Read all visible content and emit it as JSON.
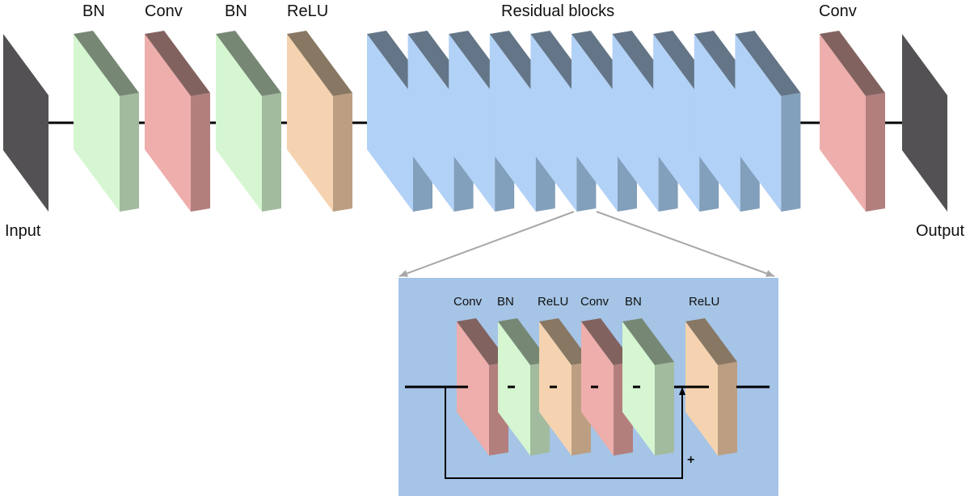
{
  "main_pipeline": {
    "input_label": "Input",
    "output_label": "Output",
    "layers": [
      {
        "label": "BN",
        "type": "bn"
      },
      {
        "label": "Conv",
        "type": "conv"
      },
      {
        "label": "BN",
        "type": "bn"
      },
      {
        "label": "ReLU",
        "type": "relu"
      }
    ],
    "residual_group_label": "Residual blocks",
    "residual_block_count": 10,
    "final_layer": {
      "label": "Conv",
      "type": "conv"
    }
  },
  "residual_block_detail": {
    "layers": [
      {
        "label": "Conv",
        "type": "conv"
      },
      {
        "label": "BN",
        "type": "bn"
      },
      {
        "label": "ReLU",
        "type": "relu"
      },
      {
        "label": "Conv",
        "type": "conv"
      },
      {
        "label": "BN",
        "type": "bn"
      },
      {
        "label": "ReLU",
        "type": "relu"
      }
    ],
    "skip_connection_symbol": "+"
  },
  "colors": {
    "io": "#535153",
    "conv": {
      "front": "#eeaeab",
      "top": "#82625f",
      "side": "#b27f7d"
    },
    "bn": {
      "front": "#d5f6d1",
      "top": "#768874",
      "side": "#a2bb9e"
    },
    "relu": {
      "front": "#f5d3b0",
      "top": "#887762",
      "side": "#bc9f82"
    },
    "res": {
      "front": "#b2d1f6",
      "top": "#637587",
      "side": "#829fbb"
    },
    "detail_bg": "#a5c4e6",
    "connector": "#000000",
    "zoom_lines": "#a8a6a6"
  }
}
